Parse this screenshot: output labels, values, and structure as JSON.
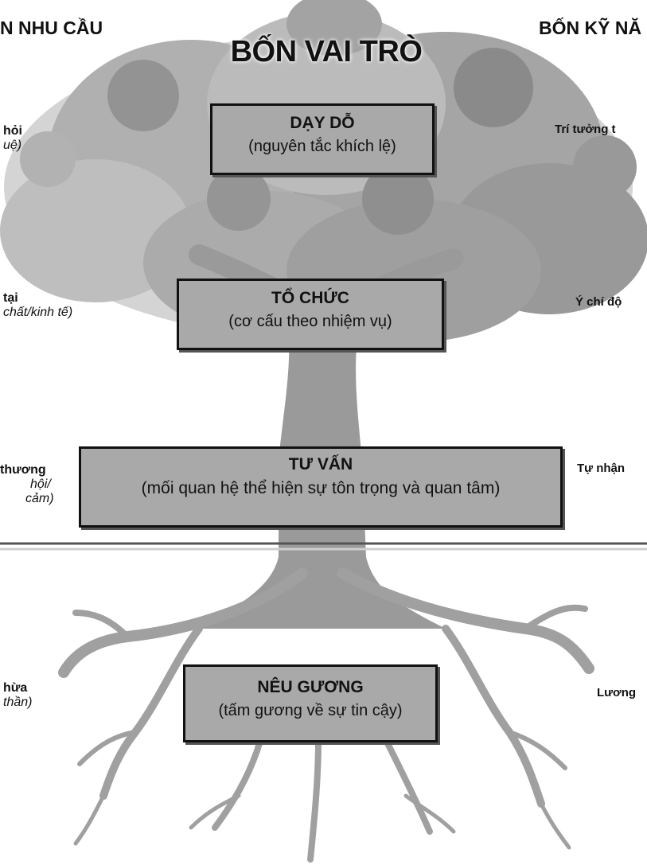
{
  "headings": {
    "left": "N NHU CẦU",
    "center": "BỐN VAI TRÒ",
    "right": "BỐN KỸ NĂ"
  },
  "roles": [
    {
      "name": "DẠY DỖ",
      "desc": "(nguyên tắc khích lệ)"
    },
    {
      "name": "TỔ CHỨC",
      "desc": "(cơ cấu theo nhiệm vụ)"
    },
    {
      "name": "TƯ VẤN",
      "desc": "(mối quan hệ thể hiện sự tôn trọng và quan tâm)"
    },
    {
      "name": "NÊU GƯƠNG",
      "desc": "(tấm gương về sự tin cậy)"
    }
  ],
  "left_labels": [
    {
      "bold": "hỏi",
      "italic": "uệ)"
    },
    {
      "bold": "tại",
      "italic": "chất/kinh tế)"
    },
    {
      "bold": "thương",
      "italic": "hội/",
      "italic2": "cảm)"
    },
    {
      "bold": "hừa",
      "italic": "thần)"
    }
  ],
  "right_labels": [
    "Trí tưởng t",
    "Ý chí độ",
    "Tự nhận",
    "Lương"
  ],
  "colors": {
    "box_fill": "#a9a9a9",
    "foliage": "#8a8a8a",
    "trunk": "#9a9a9a",
    "ink": "#111111"
  }
}
